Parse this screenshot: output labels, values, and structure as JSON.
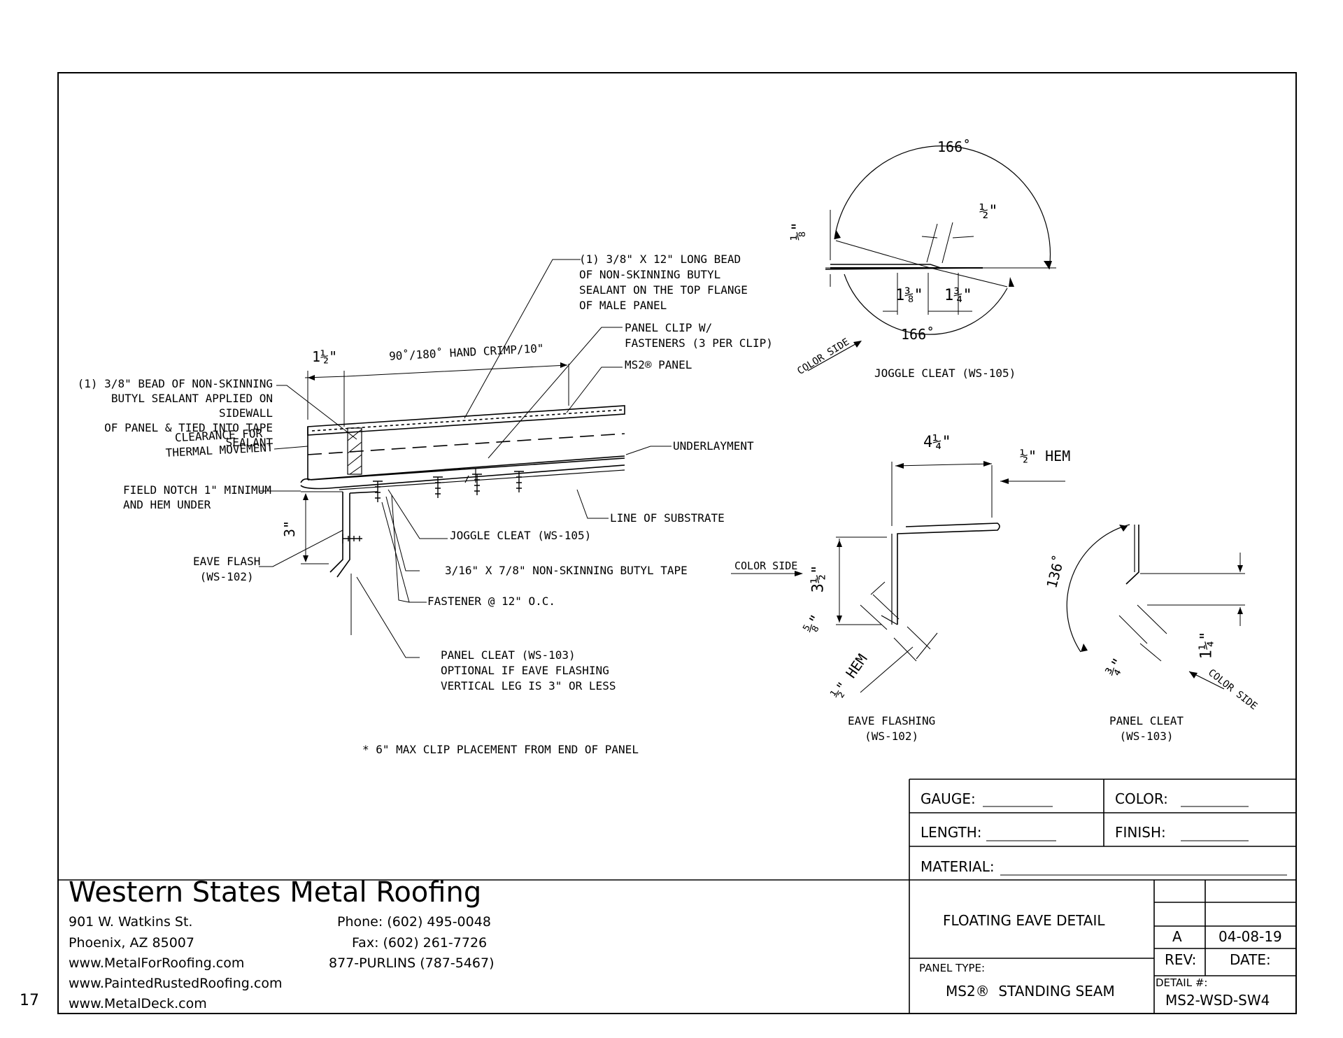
{
  "page_number": "17",
  "main_detail": {
    "bead_top_note": [
      "(1) 3/8\" X 12\" LONG BEAD",
      "OF NON-SKINNING BUTYL",
      "SEALANT ON THE TOP FLANGE",
      "OF MALE PANEL"
    ],
    "panel_clip_note": [
      "PANEL CLIP W/",
      "FASTENERS (3 PER CLIP)"
    ],
    "ms2_panel_note": "MS2® PANEL",
    "hand_crimp": "90˚/180˚ HAND CRIMP/10\"",
    "dim_1_half": "1½\"",
    "bead_side_note": [
      "(1) 3/8\" BEAD OF NON-SKINNING",
      "BUTYL SEALANT APPLIED ON SIDEWALL",
      "OF PANEL & TIED INTO TAPE SEALANT"
    ],
    "clearance_note": [
      "CLEARANCE FOR",
      "THERMAL MOVEMENT"
    ],
    "underlayment": "UNDERLAYMENT",
    "field_notch_note": [
      "FIELD NOTCH 1\" MINIMUM",
      "AND HEM UNDER"
    ],
    "line_of_substrate": "LINE OF SUBSTRATE",
    "dim_3": "3\"",
    "joggle_cleat_ref": "JOGGLE CLEAT (WS-105)",
    "eave_flash_ref": [
      "EAVE FLASH",
      "(WS-102)"
    ],
    "butyl_tape": "3/16\" X 7/8\" NON-SKINNING BUTYL TAPE",
    "fastener": "FASTENER @ 12\" O.C.",
    "panel_cleat_note": [
      "PANEL CLEAT (WS-103)",
      "OPTIONAL IF EAVE FLASHING",
      "VERTICAL LEG IS 3\" OR LESS"
    ],
    "clip_placement": "* 6\" MAX CLIP PLACEMENT FROM END OF PANEL"
  },
  "joggle_cleat": {
    "angle_top": "166˚",
    "angle_bottom": "166˚",
    "dim_half": "½\"",
    "dim_eighth": "⅛\"",
    "dim_1_3_8": "1⅜\"",
    "dim_1_3_4": "1¾\"",
    "color_side": "COLOR SIDE",
    "title": "JOGGLE CLEAT (WS-105)"
  },
  "eave_flashing": {
    "dim_4_1_4": "4¼\"",
    "hem_top": "½\" HEM",
    "color_side": "COLOR SIDE",
    "dim_3_1_2": "3½\"",
    "dim_5_8": "⅝\"",
    "hem_bottom": "½\" HEM",
    "title": [
      "EAVE FLASHING",
      "(WS-102)"
    ]
  },
  "panel_cleat": {
    "angle": "136˚",
    "dim_1_1_4": "1¼\"",
    "dim_3_4": "¾\"",
    "color_side": "COLOR SIDE",
    "title": [
      "PANEL CLEAT",
      "(WS-103)"
    ]
  },
  "title_block": {
    "gauge": "GAUGE:",
    "color": "COLOR:",
    "length": "LENGTH:",
    "finish": "FINISH:",
    "material": "MATERIAL:",
    "company": "Western States Metal Roofing",
    "address1": "901 W. Watkins St.",
    "address2": "Phoenix, AZ 85007",
    "web1": "www.MetalForRoofing.com",
    "web2": "www.PaintedRustedRoofing.com",
    "web3": "www.MetalDeck.com",
    "phone": "Phone: (602) 495-0048",
    "fax": "Fax: (602) 261-7726",
    "tollfree": "877-PURLINS (787-5467)",
    "detail_title": "FLOATING EAVE DETAIL",
    "panel_type_label": "PANEL TYPE:",
    "panel_type": "MS2®  STANDING SEAM",
    "rev_value": "A",
    "date_value": "04-08-19",
    "rev_label": "REV:",
    "date_label": "DATE:",
    "detail_no_label": "DETAIL #:",
    "detail_no": "MS2-WSD-SW4"
  }
}
